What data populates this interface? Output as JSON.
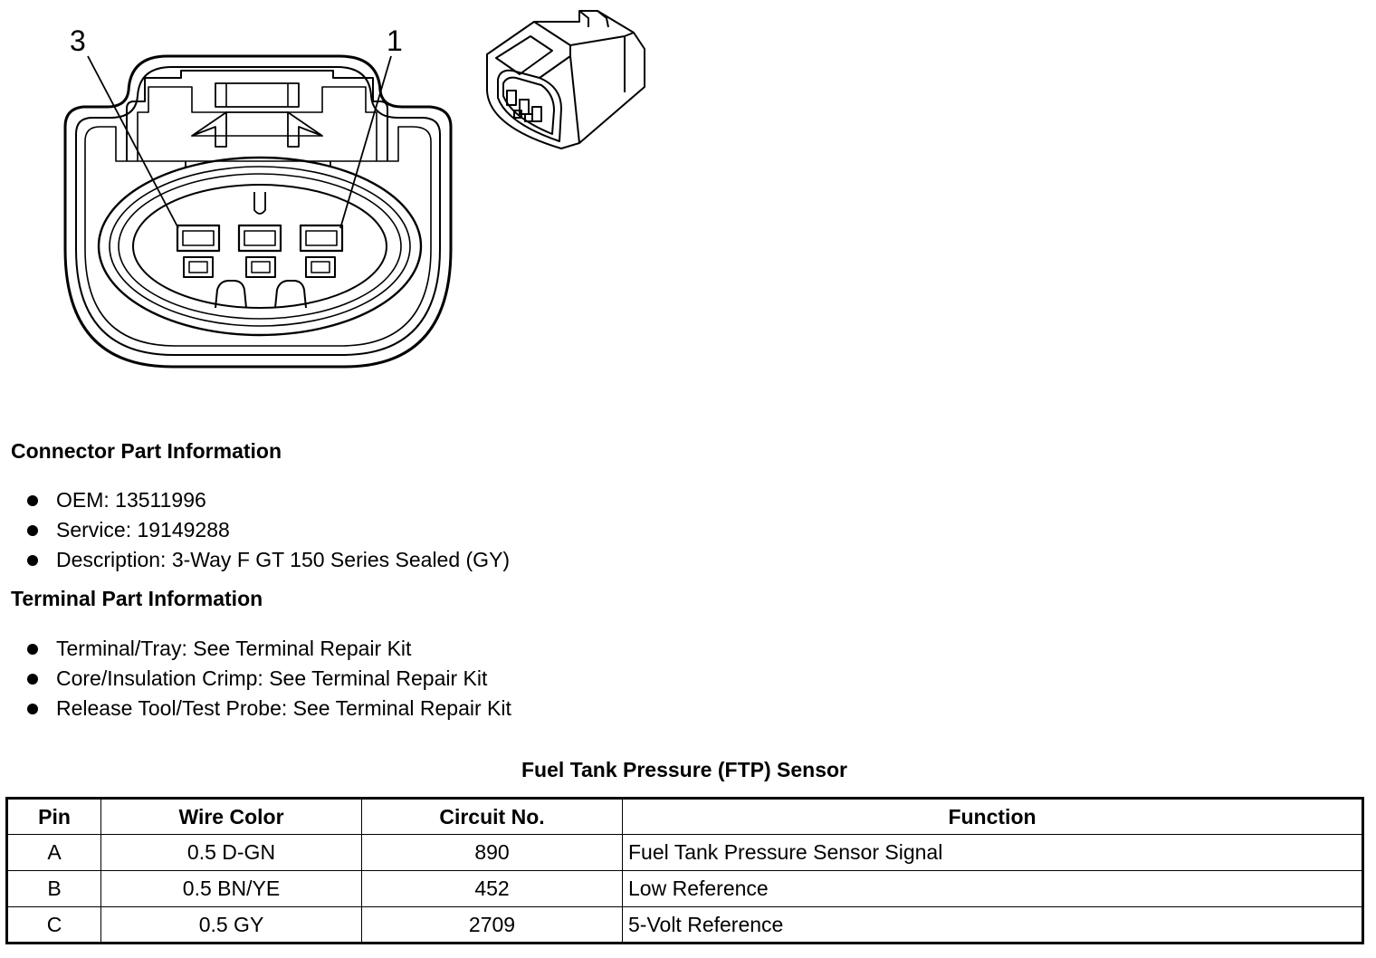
{
  "connector_view": {
    "pin_labels": [
      "3",
      "1"
    ],
    "icons": [
      "connector-face-drawing",
      "connector-isometric-drawing"
    ]
  },
  "connector_info": {
    "heading": "Connector Part Information",
    "items": [
      "OEM: 13511996",
      "Service: 19149288",
      "Description: 3-Way F GT 150 Series Sealed (GY)"
    ]
  },
  "terminal_info": {
    "heading": "Terminal Part Information",
    "items": [
      "Terminal/Tray: See Terminal Repair Kit",
      "Core/Insulation Crimp: See Terminal Repair Kit",
      "Release Tool/Test Probe: See Terminal Repair Kit"
    ]
  },
  "pinout": {
    "title": "Fuel Tank Pressure (FTP) Sensor",
    "headers": [
      "Pin",
      "Wire Color",
      "Circuit No.",
      "Function"
    ],
    "rows": [
      [
        "A",
        "0.5 D-GN",
        "890",
        "Fuel Tank Pressure Sensor Signal"
      ],
      [
        "B",
        "0.5 BN/YE",
        "452",
        "Low Reference"
      ],
      [
        "C",
        "0.5 GY",
        "2709",
        "5-Volt Reference"
      ]
    ]
  }
}
